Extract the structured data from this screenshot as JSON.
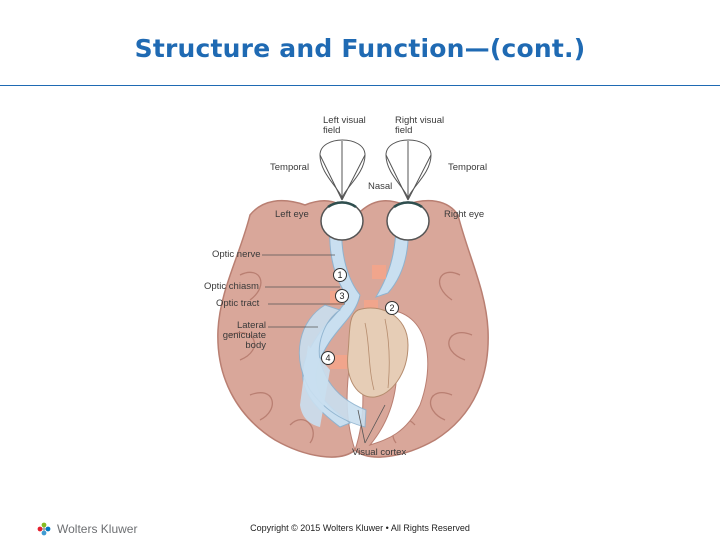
{
  "slide": {
    "title": "Structure and Function—(cont.)"
  },
  "figure": {
    "labels": {
      "left_visual_field": "Left visual field",
      "right_visual_field": "Right visual field",
      "temporal_left": "Temporal",
      "temporal_right": "Temporal",
      "nasal": "Nasal",
      "left_eye": "Left eye",
      "right_eye": "Right eye",
      "optic_nerve": "Optic nerve",
      "optic_chiasm": "Optic chiasm",
      "optic_tract": "Optic tract",
      "lateral_geniculate_body": "Lateral geniculate body",
      "visual_cortex": "Visual cortex"
    },
    "callouts": [
      "1",
      "2",
      "3",
      "4"
    ],
    "colors": {
      "brain": "#d9a79a",
      "brain_dark": "#b97f72",
      "pathway": "#c9dff0",
      "lesion": "#f4a58a",
      "brainstem": "#e6cdb6"
    }
  },
  "footer": {
    "logo_text": "Wolters Kluwer",
    "copyright": "Copyright © 2015 Wolters Kluwer • All Rights Reserved"
  }
}
